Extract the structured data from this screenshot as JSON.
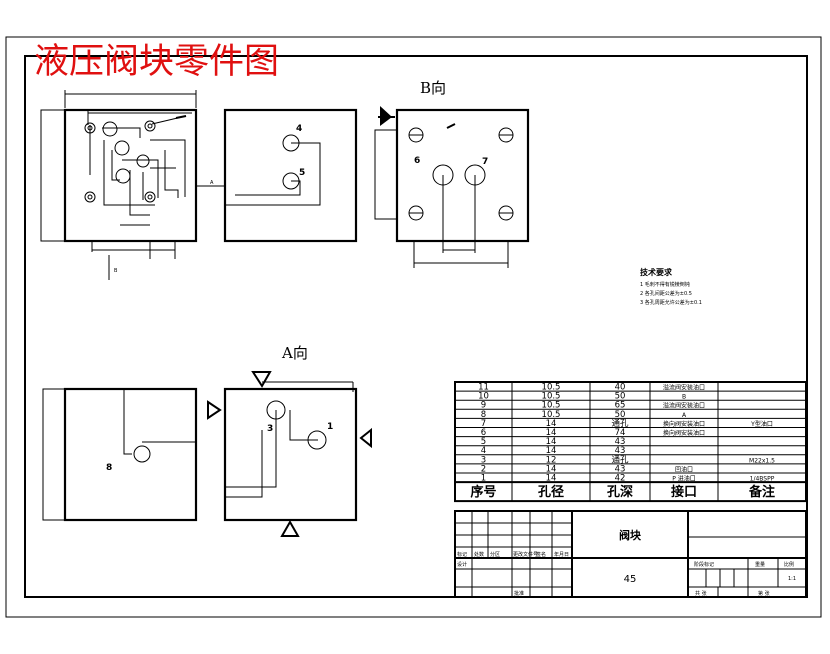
{
  "title": "液压阀块零件图",
  "views": {
    "b_view_label": "B向",
    "a_view_label": "A向",
    "section_a": "A",
    "section_b": "B"
  },
  "hole_labels": {
    "h1": "1",
    "h3": "3",
    "h4": "4",
    "h5": "5",
    "h6": "6",
    "h7": "7",
    "h8": "8"
  },
  "tech_notes": {
    "title": "技术要求",
    "lines": [
      "1 毛刺不得有锐棱倒钝",
      "2 各孔间距公差为±0.5",
      "3 各孔周距允许公差为±0.1"
    ]
  },
  "hole_table": {
    "headers": [
      "序号",
      "孔径",
      "孔深",
      "接口",
      "备注"
    ],
    "rows": [
      [
        "11",
        "10.5",
        "40",
        "溢流阀安装油口",
        ""
      ],
      [
        "10",
        "10.5",
        "50",
        "B",
        ""
      ],
      [
        "9",
        "10.5",
        "65",
        "溢流阀安装油口",
        ""
      ],
      [
        "8",
        "10.5",
        "50",
        "A",
        ""
      ],
      [
        "7",
        "14",
        "通孔",
        "换向阀安装油口",
        "Y型油口"
      ],
      [
        "6",
        "14",
        "74",
        "换向阀安装油口",
        ""
      ],
      [
        "5",
        "14",
        "43",
        "",
        ""
      ],
      [
        "4",
        "14",
        "43",
        "",
        ""
      ],
      [
        "3",
        "12",
        "通孔",
        "",
        "M22x1.5"
      ],
      [
        "2",
        "14",
        "43",
        "回油口",
        ""
      ],
      [
        "1",
        "14",
        "42",
        "P 进油口",
        "1/4BSPP"
      ]
    ]
  },
  "title_block": {
    "part_name": "阀块",
    "material": "45",
    "scale": "1:1",
    "cells": {
      "mark": "标记",
      "count": "处数",
      "zone": "分区",
      "change_doc": "更改文件号",
      "sign": "签名",
      "date": "年月日",
      "design": "设计",
      "approve": "批准",
      "stage_mark": "阶段标记",
      "weight": "重量",
      "ratio": "比例",
      "sheets": "共 张",
      "sheet_no": "第 张"
    }
  }
}
